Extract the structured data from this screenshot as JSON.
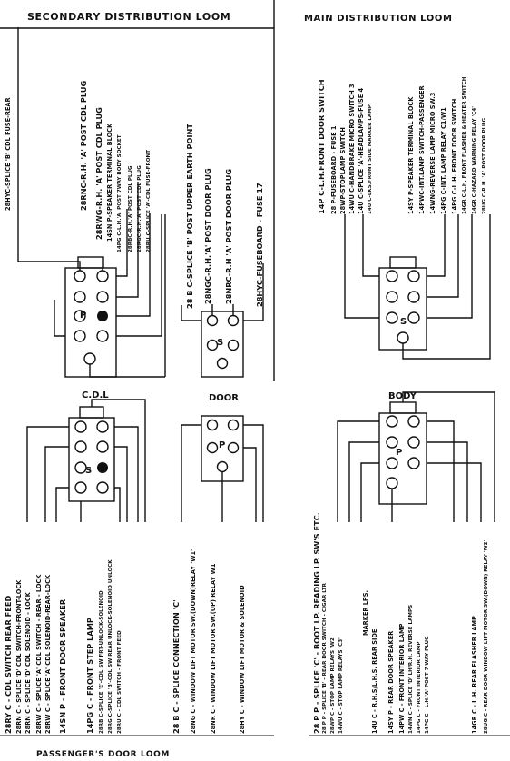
{
  "headers": {
    "secondary": "SECONDARY DISTRIBUTION LOOM",
    "main": "MAIN DISTRIBUTION LOOM",
    "passenger_door": "PASSENGER'S DOOR LOOM"
  },
  "connectors": {
    "cdl": "C.D.L",
    "door": "DOOR",
    "body": "BODY"
  },
  "socket_letters": {
    "p": "P",
    "s": "S"
  },
  "secondary_top_a": [
    "28HYC-SPLICE 'B' CDL FUSE-REAR",
    "28RNC-R.H. 'A' POST CDL PLUG",
    "28RWG-R.H. 'A' POST CDL PLUG",
    "14SN P-SPEAKER TERMINAL BLOCK",
    "14PG C-L.H.'A' POST 7WAY BODY SOCKET",
    "28RBC-R.H.'A' POST CDL PLUG",
    "28RGC-R.H.'A' POST CDL PLUG",
    "28RU C-SPLICE 'A'-CDL FUSE-FRONT"
  ],
  "secondary_top_b": [
    "28 B C-SPLICE 'B' POST UPPER EARTH POINT",
    "28NGC-R.H.'A' POST DOOR PLUG",
    "28NRC-R.H 'A' POST DOOR PLUG",
    "28HYC-FUSEBOARD - FUSE 17"
  ],
  "main_top": [
    "14P C-L.H.FRONT DOOR SWITCH",
    "28 P-FUSEBOARD - FUSE 1",
    "28WP-STOPLAMP SWITCH",
    "14WU C-HANDBRAKE MICRO SWITCH 3",
    "14U C-SPLICE 'A'-HEADLAMPS-FUSE 4",
    "14U C-LKS.FRONT SIDE MARKER LAMP",
    "14SY P-SPEAKER TERMINAL BLOCK",
    "14PWC-INT.LAMP SWITCH-PASSENGER",
    "14WNG-REVERSE LAMP MICRO SW.3",
    "14PG C-INT. LAMP RELAY C1/W1",
    "14PG C-L.H. FRONT DOOR SWITCH",
    "14GR C-L.H. FRONT FLASHER & HEATER SWITCH",
    "14GR C-HAZARD WARNING RELAY 'C4'",
    "28UG C-R.H. 'A' POST DOOR PLUG"
  ],
  "cdl_bottom": [
    "28RY C - CDL SWITCH REAR FEED",
    "28RN C - SPLICE 'D' CDL SWITCH-FRONT-LOCK",
    "28RN C - SPLICE 'D' CDL SOLENOID - LOCK",
    "28RW C - SPLICE 'A' CDL SWITCH - REAR - LOCK",
    "28RW C - SPLICE 'A' CDL SOLENOID-REAR-LOCK",
    "14SN P - FRONT DOOR SPEAKER",
    "14PG C - FRONT STEP LAMP",
    "28RB C-SPLICE 'E'-CDL SW FRT-UNLOCK-SOLENOID",
    "28RG C-SPLICE 'B'-CDL SW REAR UNLOCK-SOLENOID UNLOCK",
    "28RU C - CDL SWITCH - FRONT FEED"
  ],
  "door_bottom": [
    "28 B C - SPLICE CONNECTION 'C'",
    "28NG C - WINDOW LIFT MOTOR SW.(DOWN)RELAY 'W1'",
    "28NR C - WINDOW LIFT MOTOR SW.(UP) RELAY W1",
    "28HY C - WINDOW LIFT MOTOR & SOLENOID"
  ],
  "body_bottom": [
    "28 P P - SPLICE 'C' - BOOT LP. READING LP. SW'S ETC.",
    "28 P P - SPLICE 'B' - REAR DOOR SWITCH - CIGAR LTR",
    "28WP C - STOP LAMP RELAYS 'W2'",
    "14WU C - STOP LAMP RELAYS 'C3'",
    "MARKER LPS.",
    "14U C - R.H.S/L.H.S. REAR SIDE",
    "14SY P - REAR DOOR SPEAKER",
    "14PW C - FRONT INTERIOR LAMP",
    "14WN C - SPLICE 'D' LH/R.H. REVERSE LAMPS",
    "14PG C - FRONT INTERIOR LAMP",
    "14PG C - L.H.'A' POST 7 WAY PLUG",
    "14GR C - L.H. REAR FLASHER LAMP",
    "28UG C - REAR DOOR WINDOW LIFT MOTOR SW.(DOWN) RELAY 'W2'"
  ]
}
